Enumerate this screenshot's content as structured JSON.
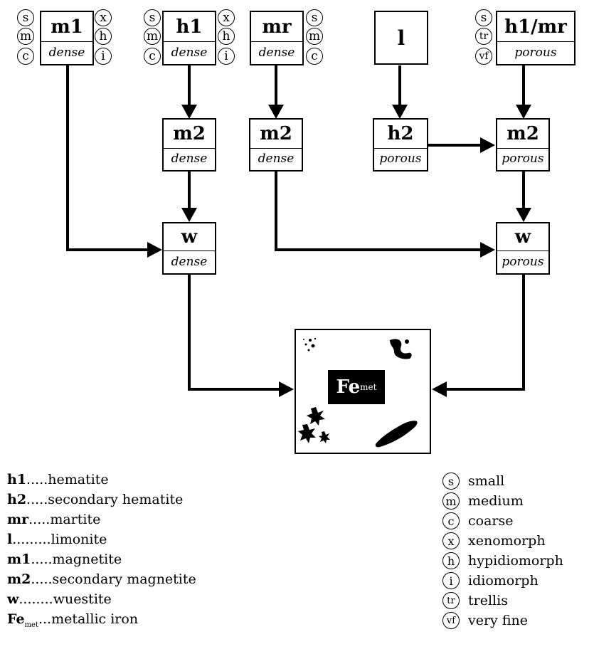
{
  "boxes": {
    "m1": {
      "name": "m1",
      "texture": "dense"
    },
    "h1": {
      "name": "h1",
      "texture": "dense"
    },
    "mr": {
      "name": "mr",
      "texture": "dense"
    },
    "l": {
      "name": "l"
    },
    "h1mr": {
      "name": "h1/mr",
      "texture": "porous"
    },
    "m2_a": {
      "name": "m2",
      "texture": "dense"
    },
    "m2_b": {
      "name": "m2",
      "texture": "dense"
    },
    "h2": {
      "name": "h2",
      "texture": "porous"
    },
    "m2_c": {
      "name": "m2",
      "texture": "porous"
    },
    "w_a": {
      "name": "w",
      "texture": "dense"
    },
    "w_b": {
      "name": "w",
      "texture": "porous"
    },
    "fe": {
      "name": "Fe",
      "sub": "met"
    }
  },
  "circle_tags": {
    "m1_left": [
      "s",
      "m",
      "c"
    ],
    "m1_right": [
      "x",
      "h",
      "i"
    ],
    "h1_left": [
      "s",
      "m",
      "c"
    ],
    "h1_right": [
      "x",
      "h",
      "i"
    ],
    "mr_right": [
      "s",
      "m",
      "c"
    ],
    "h1mr_left": [
      "s",
      "tr",
      "vf"
    ]
  },
  "legend_left": [
    {
      "abbr": "h1",
      "dots": ".....",
      "text": "hematite"
    },
    {
      "abbr": "h2",
      "dots": ".....",
      "text": "secondary hematite"
    },
    {
      "abbr": "mr",
      "dots": ".....",
      "text": "martite"
    },
    {
      "abbr": "l",
      "dots": ".........",
      "text": "limonite"
    },
    {
      "abbr": "m1",
      "dots": ".....",
      "text": "magnetite"
    },
    {
      "abbr": "m2",
      "dots": ".....",
      "text": "secondary magnetite"
    },
    {
      "abbr": "w",
      "dots": "........",
      "text": "wuestite"
    },
    {
      "abbr": "Fe",
      "sub": "met",
      "dots": "...",
      "text": "metallic iron"
    }
  ],
  "legend_right": [
    {
      "symbol": "s",
      "text": "small"
    },
    {
      "symbol": "m",
      "text": "medium"
    },
    {
      "symbol": "c",
      "text": "coarse"
    },
    {
      "symbol": "x",
      "text": "xenomorph"
    },
    {
      "symbol": "h",
      "text": "hypidiomorph"
    },
    {
      "symbol": "i",
      "text": "idiomorph"
    },
    {
      "symbol": "tr",
      "text": "trellis"
    },
    {
      "symbol": "vf",
      "text": "very fine"
    }
  ]
}
